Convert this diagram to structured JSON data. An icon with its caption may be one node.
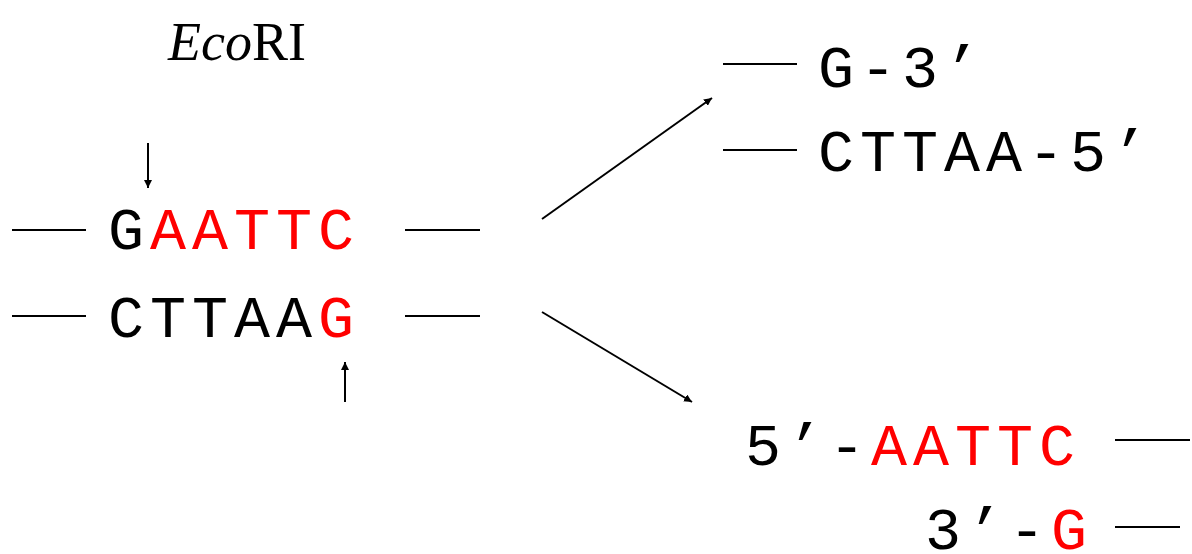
{
  "diagram": {
    "title": "EcoRI",
    "nodes": [
      {
        "text": [
          "G",
          "AATTC"
        ]
      },
      {
        "text": [
          "CTTAA",
          "G"
        ]
      },
      {
        "text": [
          "G-3’"
        ]
      },
      {
        "text": [
          "CTTAA-5’"
        ]
      },
      {
        "text": [
          "5’-",
          "AATTC"
        ]
      },
      {
        "text": [
          "3’-",
          "G"
        ]
      }
    ],
    "edges": [
      {
        "from": 0,
        "to": 2,
        "arrow": "to"
      },
      {
        "from": 1,
        "to": 4,
        "arrow": "to"
      }
    ]
  }
}
